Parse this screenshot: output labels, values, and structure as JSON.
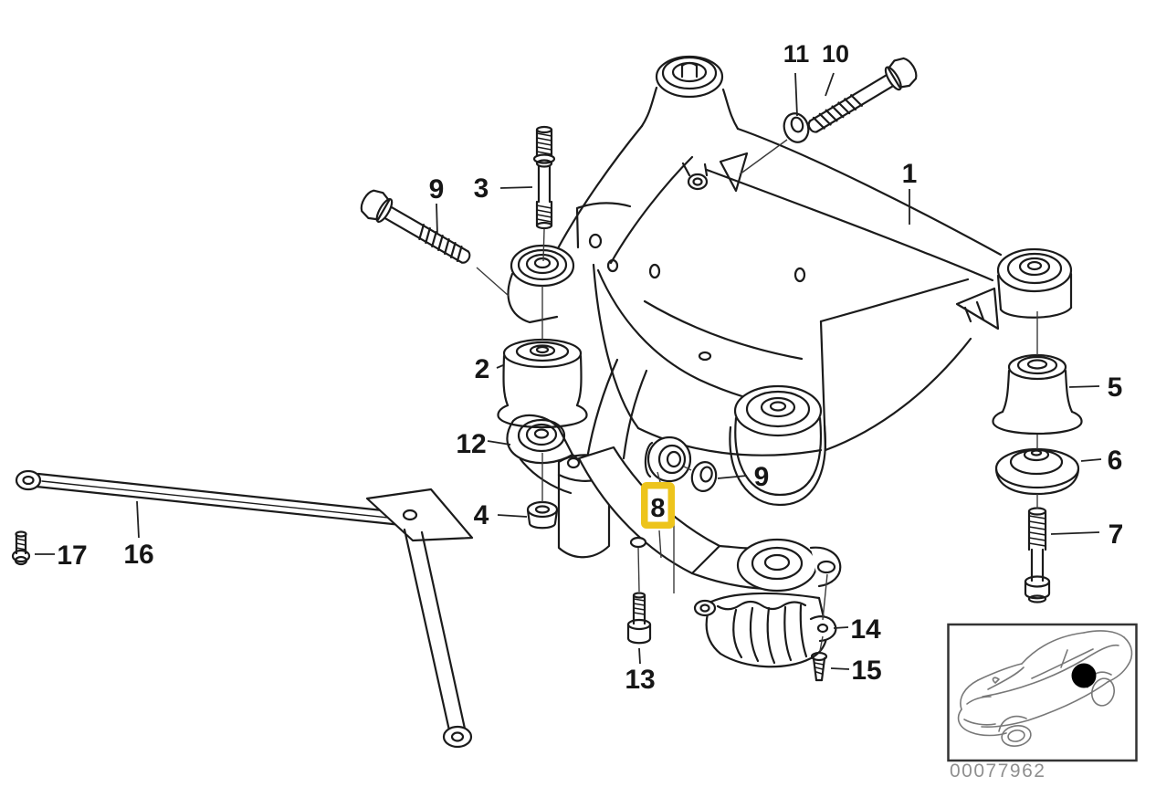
{
  "colors": {
    "line": "#1b1b1b",
    "thin_line": "#3b3b3b",
    "highlight": "#EDC41C",
    "highlight_inner": "#ffffff",
    "image_number_text": "#8f8f8f",
    "car_line": "#787878"
  },
  "callouts": {
    "c1": "1",
    "c2": "2",
    "c3": "3",
    "c4": "4",
    "c5": "5",
    "c6": "6",
    "c7": "7",
    "c8": "8",
    "c9_bolt": "9",
    "c9_washer": "9",
    "c10": "10",
    "c11": "11",
    "c12": "12",
    "c13": "13",
    "c14": "14",
    "c15": "15",
    "c16": "16",
    "c17": "17"
  },
  "highlighted_callout": "8",
  "inset": {
    "image_number": "00077962"
  }
}
